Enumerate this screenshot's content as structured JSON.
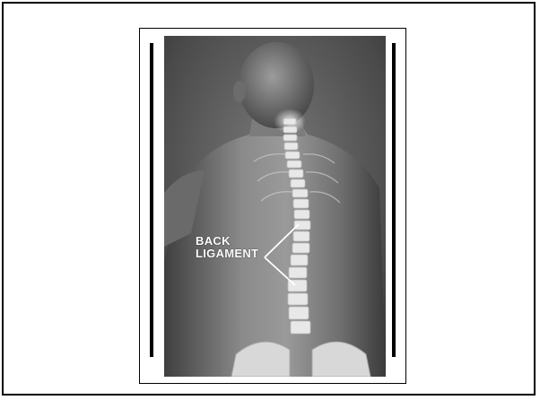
{
  "photo": {
    "subject": "spine-anatomy-photo",
    "annotation": {
      "line1": "BACK",
      "line2": "LIGAMENT"
    }
  },
  "colors": {
    "frame": "#000000",
    "background": "#ffffff",
    "label": "#ffffff"
  }
}
